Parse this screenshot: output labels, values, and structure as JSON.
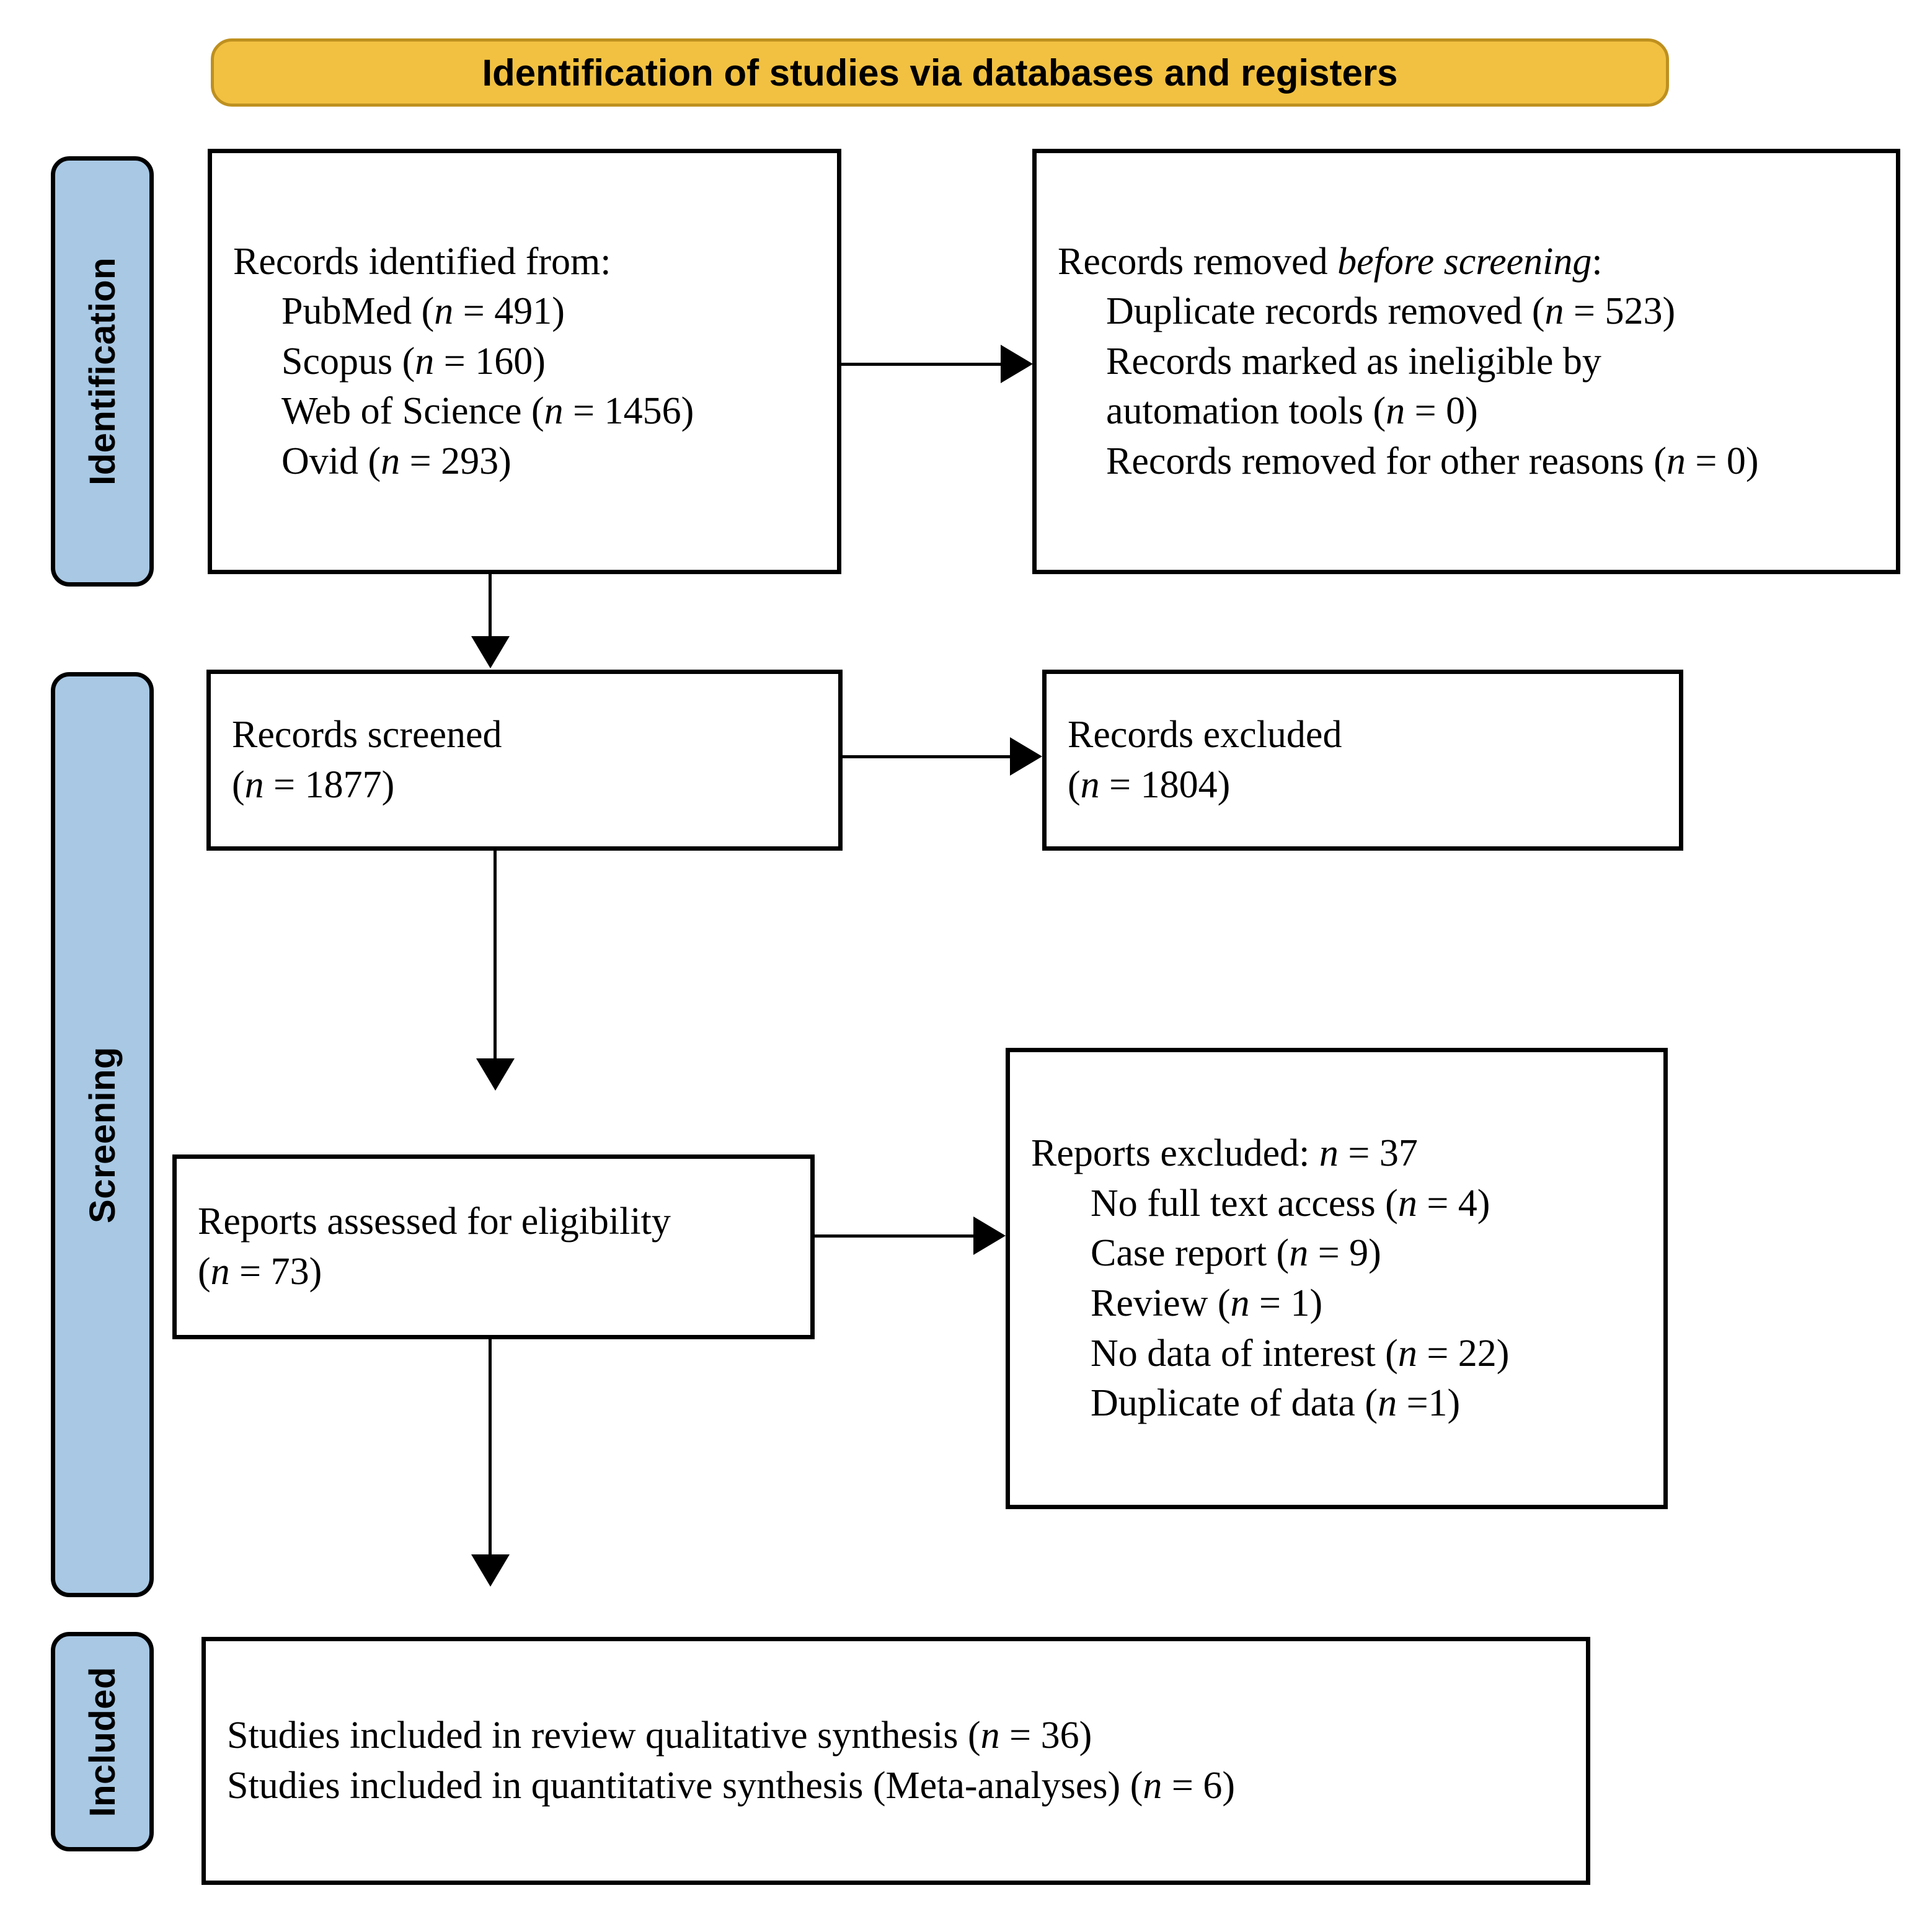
{
  "diagram": {
    "type": "prisma-flow-diagram",
    "banner": {
      "title": "Identification of studies via databases and registers",
      "fill_color": "#F2C141",
      "border_color": "#BE901F"
    },
    "stage_label_color": "#A8C8E4",
    "stages": [
      {
        "id": "identification",
        "label": "Identification"
      },
      {
        "id": "screening",
        "label": "Screening"
      },
      {
        "id": "included",
        "label": "Included"
      }
    ],
    "boxes": {
      "records_identified": {
        "heading": "Records identified from:",
        "items": [
          "PubMed (n = 491)",
          "Scopus (n = 160)",
          "Web of Science (n = 1456)",
          "Ovid (n = 293)"
        ],
        "sources": [
          {
            "name": "PubMed",
            "n": 491
          },
          {
            "name": "Scopus",
            "n": 160
          },
          {
            "name": "Web of Science",
            "n": 1456
          },
          {
            "name": "Ovid",
            "n": 293
          }
        ]
      },
      "records_removed": {
        "heading_prefix": "Records removed ",
        "heading_italic": "before screening",
        "heading_suffix": ":",
        "items": [
          "Duplicate records removed (n = 523)",
          "Records marked as ineligible by",
          "automation tools (n = 0)",
          "Records removed for other reasons (n = 0)"
        ],
        "reasons": [
          {
            "label": "Duplicate records removed",
            "n": 523
          },
          {
            "label": "Records marked as ineligible by automation tools",
            "n": 0
          },
          {
            "label": "Records removed for other reasons",
            "n": 0
          }
        ]
      },
      "records_screened": {
        "line1": "Records screened",
        "line2": "(n = 1877)",
        "n": 1877
      },
      "records_excluded": {
        "line1": "Records excluded",
        "line2": "(n = 1804)",
        "n": 1804
      },
      "reports_assessed": {
        "line1": "Reports assessed for eligibility",
        "line2": "(n = 73)",
        "n": 73
      },
      "reports_excluded": {
        "heading": "Reports excluded: n = 37",
        "heading_total": 37,
        "items": [
          "No full text access (n = 4)",
          "Case report (n = 9)",
          "Review (n = 1)",
          "No data of interest (n = 22)",
          "Duplicate of data (n =1)"
        ],
        "reasons": [
          {
            "label": "No full text access",
            "n": 4
          },
          {
            "label": "Case report",
            "n": 9
          },
          {
            "label": "Review",
            "n": 1
          },
          {
            "label": "No data of interest",
            "n": 22
          },
          {
            "label": "Duplicate of data",
            "n": 1
          }
        ]
      },
      "studies_included": {
        "line1": "Studies included in review qualitative synthesis (n = 36)",
        "line2": "Studies included in quantitative synthesis (Meta-analyses) (n = 6)",
        "qualitative_n": 36,
        "quantitative_n": 6
      }
    }
  }
}
